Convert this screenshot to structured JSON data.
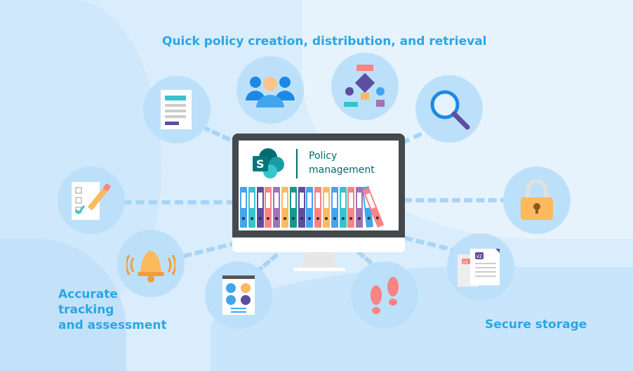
{
  "headings": {
    "top": "Quick policy creation, distribution, and retrieval",
    "left": [
      "Accurate",
      "tracking",
      "and assessment"
    ],
    "right": "Secure storage"
  },
  "monitor": {
    "logo": "SharePoint",
    "logo_letter": "S",
    "title_line1": "Policy",
    "title_line2": "management",
    "binder_colors": [
      "#42a5f0",
      "#36c3cf",
      "#5d4ea0",
      "#fa8383",
      "#a073b5",
      "#fdb95e",
      "#139a8e",
      "#5d4ea0",
      "#42a5f0",
      "#fa8383",
      "#fdb95e",
      "#42a5f0",
      "#36c3cf",
      "#fa8383",
      "#a073b5"
    ]
  },
  "icons": [
    "document-icon",
    "team-icon",
    "flowchart-icon",
    "magnifier-icon",
    "checklist-icon",
    "lock-icon",
    "bell-icon",
    "report-icon",
    "footprints-icon",
    "versions-icon"
  ],
  "versions": {
    "v1": "v1",
    "v2": "v2"
  },
  "colors": {
    "accent": "#2aa6e6",
    "circle": "#bde0fa",
    "background": "#d9edfc"
  }
}
